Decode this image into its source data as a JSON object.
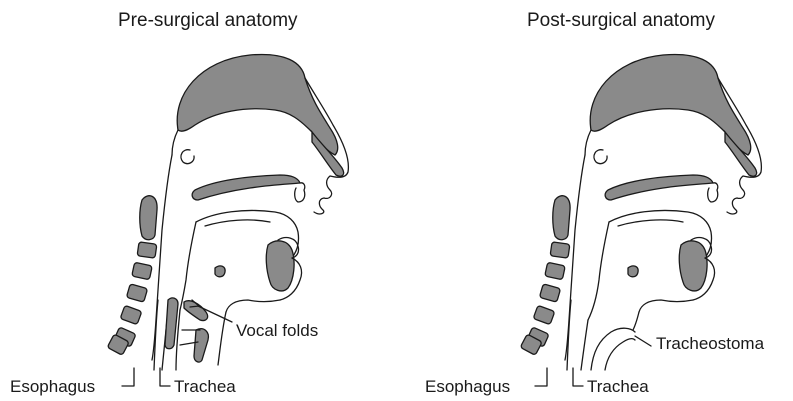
{
  "panels": {
    "pre": {
      "title": "Pre-surgical anatomy",
      "labels": {
        "esophagus": "Esophagus",
        "trachea": "Trachea",
        "vocal_folds": "Vocal folds"
      }
    },
    "post": {
      "title": "Post-surgical anatomy",
      "labels": {
        "esophagus": "Esophagus",
        "trachea": "Trachea",
        "tracheostoma": "Tracheostoma"
      }
    }
  },
  "colors": {
    "tissue_fill": "#8a8a8a",
    "outline": "#1a1a1a",
    "background": "#ffffff"
  }
}
